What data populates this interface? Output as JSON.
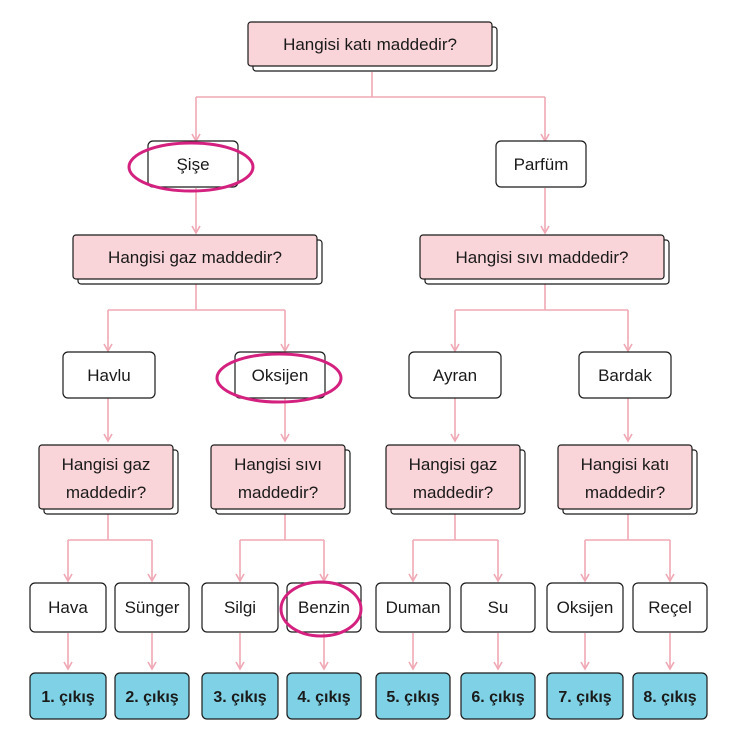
{
  "colors": {
    "connector": "#f0a8b4",
    "question_fill": "#f9d4d8",
    "question_stroke": "#1a1a1a",
    "answer_fill": "#ffffff",
    "output_fill": "#7fd2e6",
    "highlight": "#d4207f"
  },
  "root": {
    "question": "Hangisi katı maddedir?"
  },
  "level1": {
    "left_answer": "Şişe",
    "right_answer": "Parfüm",
    "left_question": "Hangisi gaz maddedir?",
    "right_question": "Hangisi sıvı maddedir?"
  },
  "level2": {
    "answers": [
      "Havlu",
      "Oksijen",
      "Ayran",
      "Bardak"
    ],
    "questions": [
      [
        "Hangisi gaz",
        "maddedir?"
      ],
      [
        "Hangisi sıvı",
        "maddedir?"
      ],
      [
        "Hangisi gaz",
        "maddedir?"
      ],
      [
        "Hangisi katı",
        "maddedir?"
      ]
    ]
  },
  "leaves": [
    "Hava",
    "Sünger",
    "Silgi",
    "Benzin",
    "Duman",
    "Su",
    "Oksijen",
    "Reçel"
  ],
  "outputs": [
    "1. çıkış",
    "2. çıkış",
    "3. çıkış",
    "4. çıkış",
    "5. çıkış",
    "6. çıkış",
    "7. çıkış",
    "8. çıkış"
  ]
}
